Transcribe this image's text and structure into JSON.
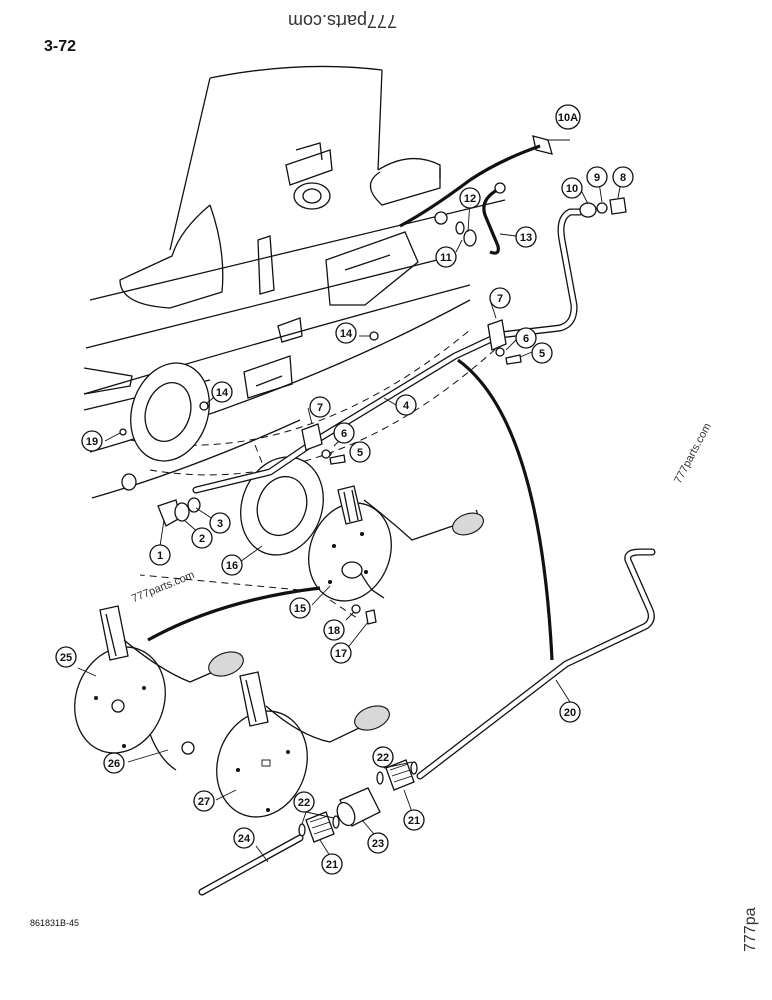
{
  "page_number": "3-72",
  "document_code": "861831B-45",
  "watermarks": {
    "top": "777parts.com",
    "right": "777parts.com",
    "left": "777parts.com",
    "corner": "777pa"
  },
  "callouts": [
    "1",
    "2",
    "3",
    "4",
    "5",
    "5",
    "6",
    "6",
    "7",
    "7",
    "8",
    "9",
    "10",
    "10A",
    "11",
    "12",
    "13",
    "14",
    "14",
    "15",
    "16",
    "17",
    "18",
    "19",
    "20",
    "21",
    "21",
    "22",
    "22",
    "23",
    "24",
    "25",
    "26",
    "27"
  ]
}
